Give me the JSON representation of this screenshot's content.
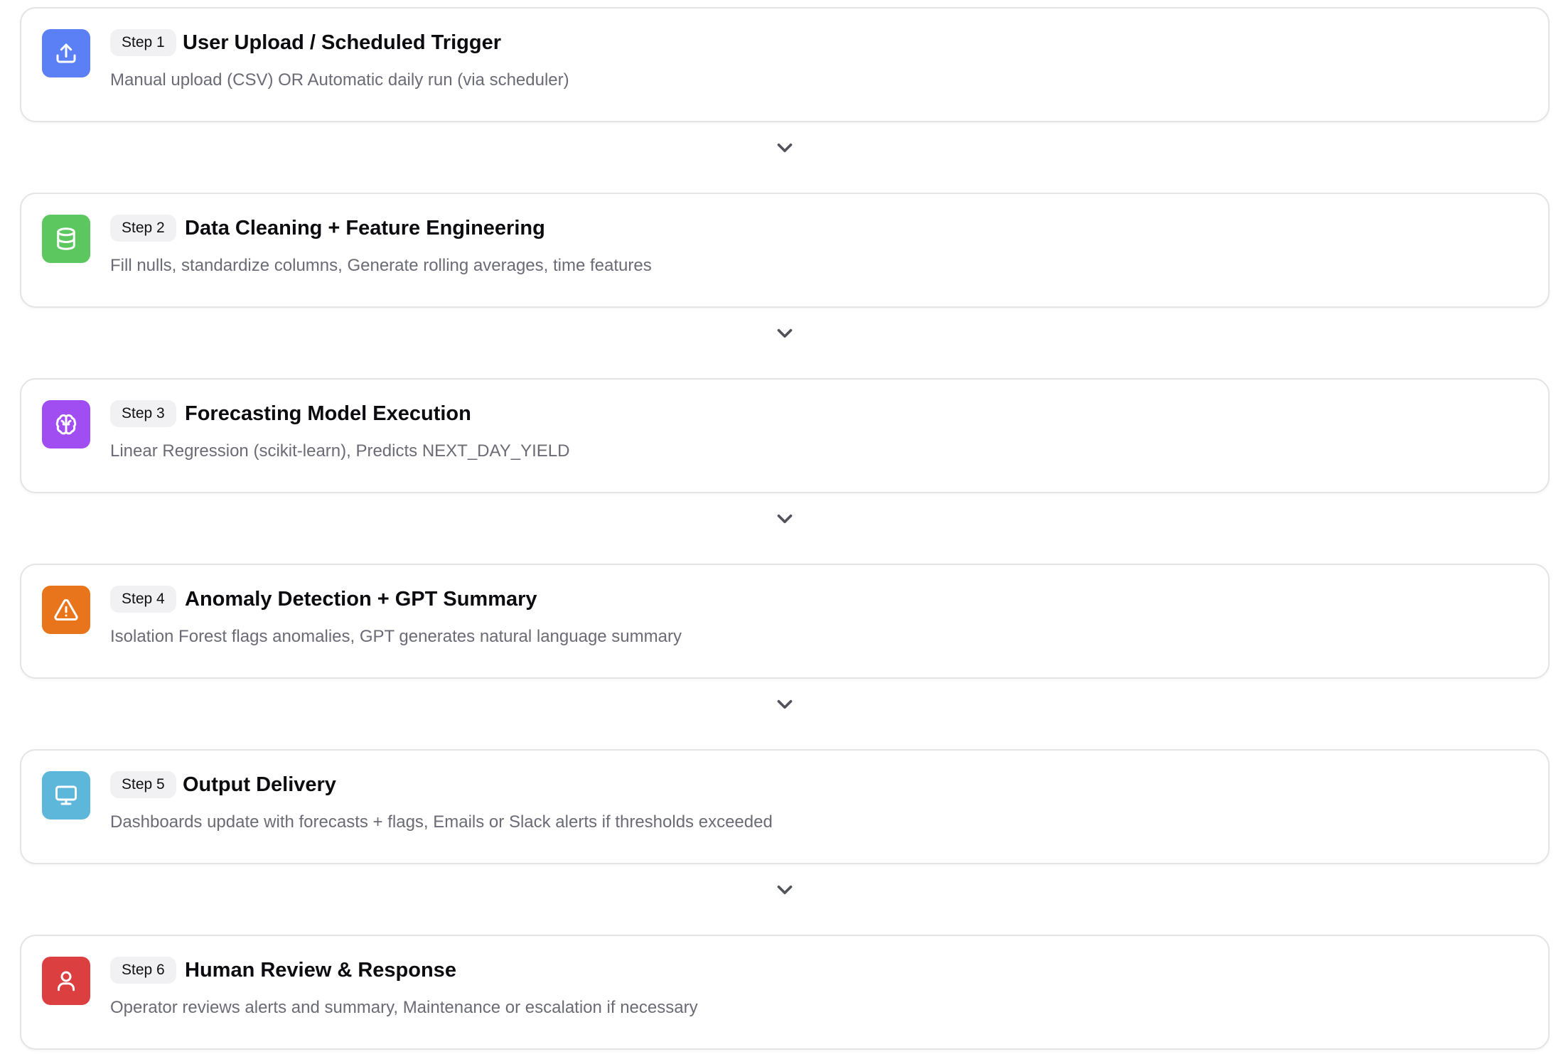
{
  "steps": [
    {
      "badge": "Step 1",
      "title": "User Upload / Scheduled Trigger",
      "description": "Manual upload (CSV) OR Automatic daily run (via scheduler)",
      "icon": "upload-icon",
      "color": "#5b7ff5"
    },
    {
      "badge": "Step 2",
      "title": "Data Cleaning + Feature Engineering",
      "description": "Fill nulls, standardize columns, Generate rolling averages, time features",
      "icon": "database-icon",
      "color": "#5cc65f"
    },
    {
      "badge": "Step 3",
      "title": "Forecasting Model Execution",
      "description": "Linear Regression (scikit-learn), Predicts NEXT_DAY_YIELD",
      "icon": "brain-icon",
      "color": "#a04df2"
    },
    {
      "badge": "Step 4",
      "title": "Anomaly Detection + GPT Summary",
      "description": "Isolation Forest flags anomalies, GPT generates natural language summary",
      "icon": "warning-triangle-icon",
      "color": "#e8741c"
    },
    {
      "badge": "Step 5",
      "title": "Output Delivery",
      "description": "Dashboards update with forecasts + flags, Emails or Slack alerts if thresholds exceeded",
      "icon": "monitor-icon",
      "color": "#5cb7db"
    },
    {
      "badge": "Step 6",
      "title": "Human Review & Response",
      "description": "Operator reviews alerts and summary, Maintenance or escalation if necessary",
      "icon": "user-icon",
      "color": "#dc3f3f"
    }
  ],
  "connector_icon": "chevron-down-icon"
}
